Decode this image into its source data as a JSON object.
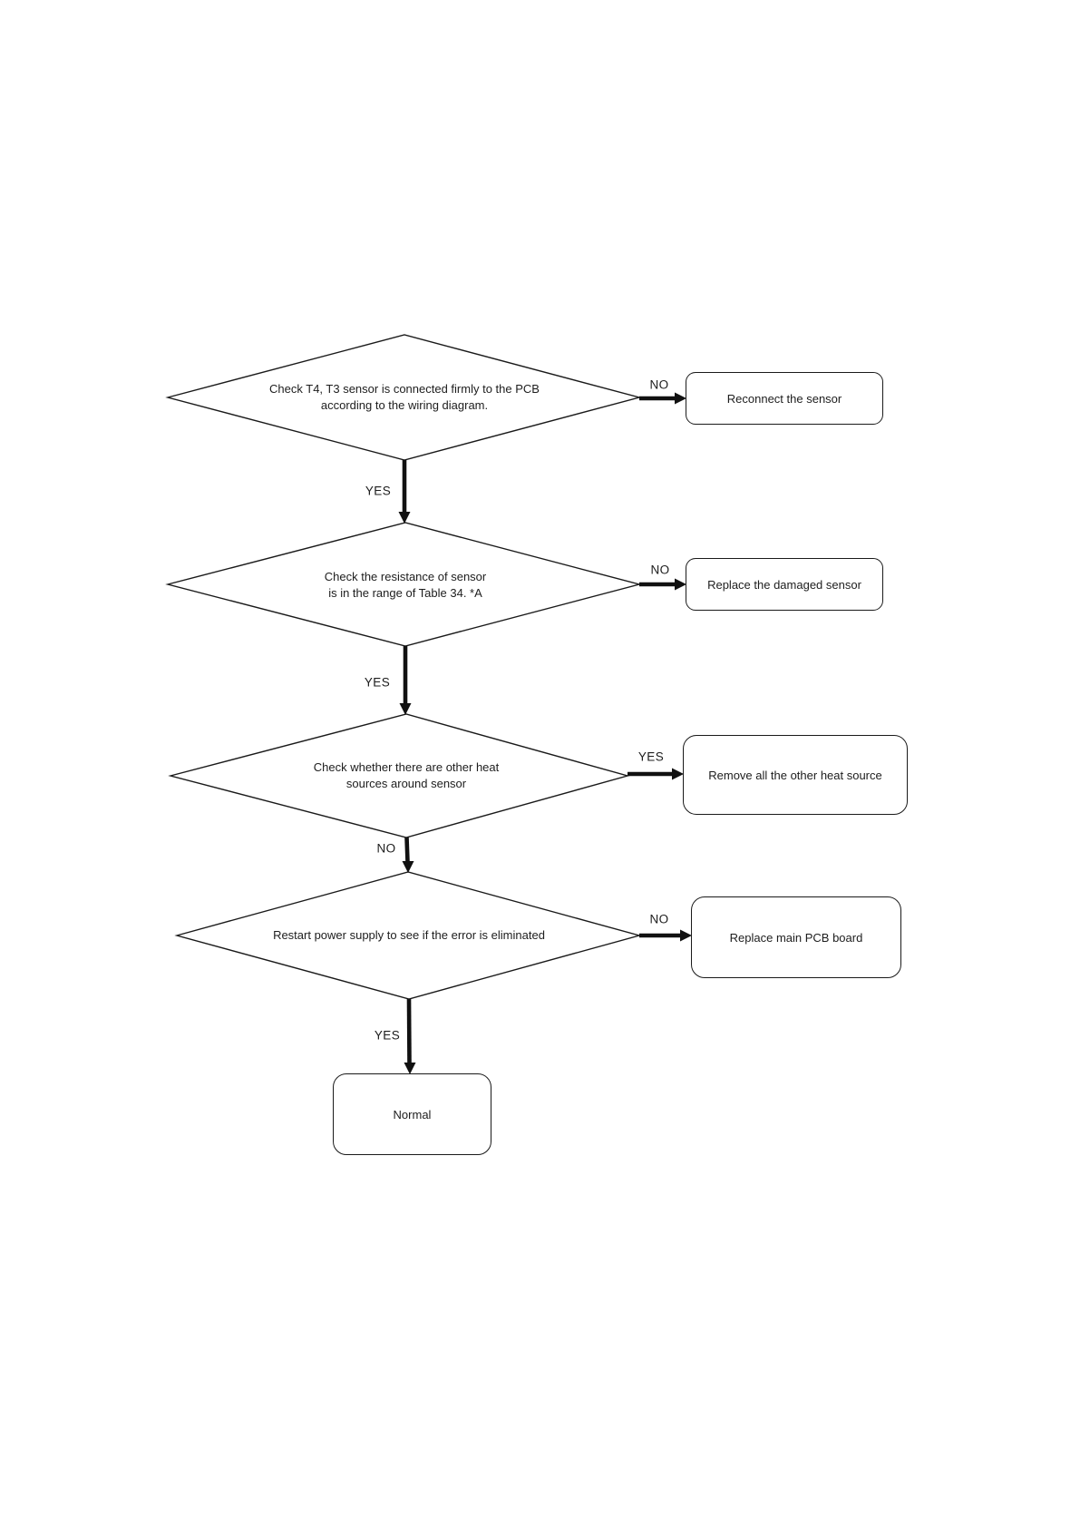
{
  "colors": {
    "background": "#ffffff",
    "line": "#1a1a1a",
    "text": "#1d1d1d"
  },
  "flowchart": {
    "decisions": [
      {
        "text": "Check T4, T3 sensor is connected firmly to the PCB\naccording to the wiring diagram.",
        "side_label": "NO",
        "side_action": "Reconnect the sensor",
        "down_label": "YES"
      },
      {
        "text": "Check the resistance of sensor\nis in the range of Table 34. *A",
        "side_label": "NO",
        "side_action": "Replace the damaged sensor",
        "down_label": "YES"
      },
      {
        "text": "Check whether there are other heat\nsources around sensor",
        "side_label": "YES",
        "side_action": "Remove all the other heat source",
        "down_label": "NO"
      },
      {
        "text": "Restart power supply to see if the error is eliminated",
        "side_label": "NO",
        "side_action": "Replace main PCB board",
        "down_label": "YES"
      }
    ],
    "terminal": {
      "text": "Normal"
    }
  }
}
